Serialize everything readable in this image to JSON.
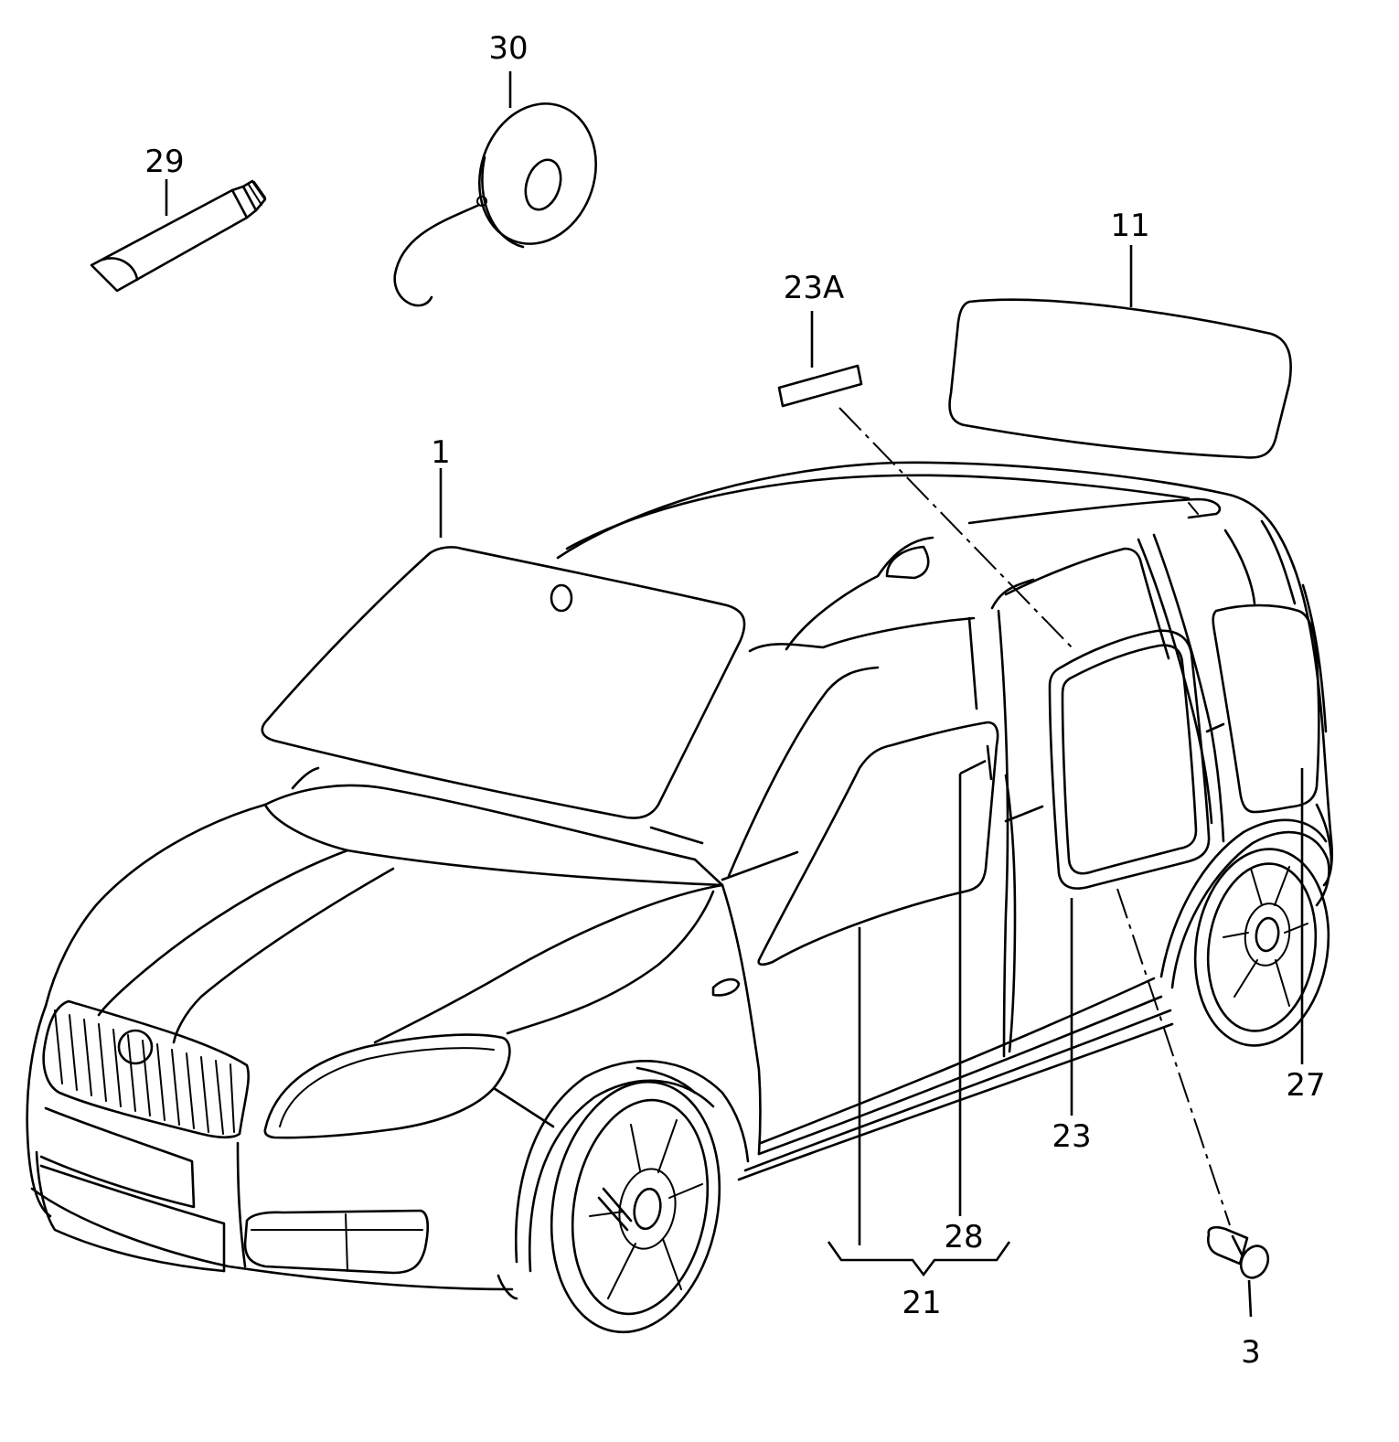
{
  "callouts": {
    "c1": "1",
    "c3": "3",
    "c11": "11",
    "c21": "21",
    "c23": "23",
    "c23a": "23A",
    "c27": "27",
    "c28": "28",
    "c29": "29",
    "c30": "30"
  },
  "colors": {
    "line": "#000000",
    "background": "#ffffff"
  }
}
